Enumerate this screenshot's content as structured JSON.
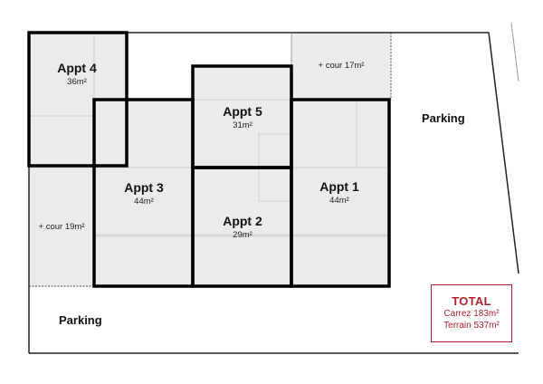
{
  "colors": {
    "room_fill": "#ebebeb",
    "wall": "#000000",
    "thin_line": "#c8c8c8",
    "lot_outline": "#222222",
    "accent_red": "#b3202e"
  },
  "apartments": [
    {
      "name": "Appt 1",
      "area": "44m²"
    },
    {
      "name": "Appt 2",
      "area": "29m²"
    },
    {
      "name": "Appt 3",
      "area": "44m²"
    },
    {
      "name": "Appt 4",
      "area": "36m²"
    },
    {
      "name": "Appt 5",
      "area": "31m²"
    }
  ],
  "courtyards": [
    {
      "label": "+ cour 17m²"
    },
    {
      "label": "+ cour 19m²"
    }
  ],
  "parking": [
    {
      "label": "Parking"
    },
    {
      "label": "Parking"
    }
  ],
  "total": {
    "title": "TOTAL",
    "carrez": "Carrez 183m²",
    "terrain": "Terrain 537m²"
  }
}
